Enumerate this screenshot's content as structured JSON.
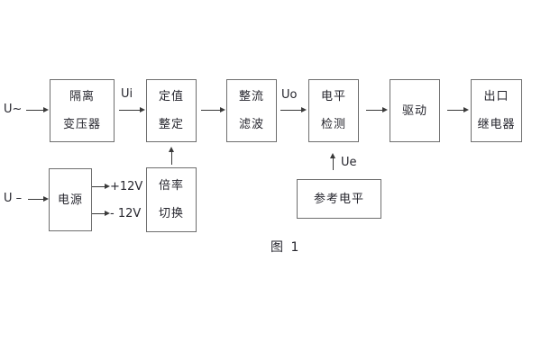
{
  "diagram": {
    "title": "relay-internal-block-diagram",
    "caption": "图 1",
    "colors": {
      "background": "#ffffff",
      "box_border": "#6e6e6e",
      "line": "#3a3a3a",
      "text": "#26262e"
    },
    "labels": {
      "input_ac": "U~",
      "input_dc": "U –",
      "ui": "Ui",
      "uo": "Uo",
      "ue": "Ue",
      "plus12v": "+12V",
      "minus12v": "- 12V"
    },
    "blocks": {
      "isolation_transformer": {
        "line1": "隔离",
        "line2": "变压器"
      },
      "value_setting": {
        "line1": "定值",
        "line2": "整定"
      },
      "rectify_filter": {
        "line1": "整流",
        "line2": "滤波"
      },
      "level_detect": {
        "line1": "电平",
        "line2": "检测"
      },
      "drive": {
        "line1": "驱动"
      },
      "output_relay": {
        "line1": "出口",
        "line2": "继电器"
      },
      "power_supply": {
        "line1": "电源"
      },
      "ratio_switch": {
        "line1": "倍率",
        "line2": "切换"
      },
      "reference_level": {
        "line1": "参考电平"
      }
    }
  }
}
